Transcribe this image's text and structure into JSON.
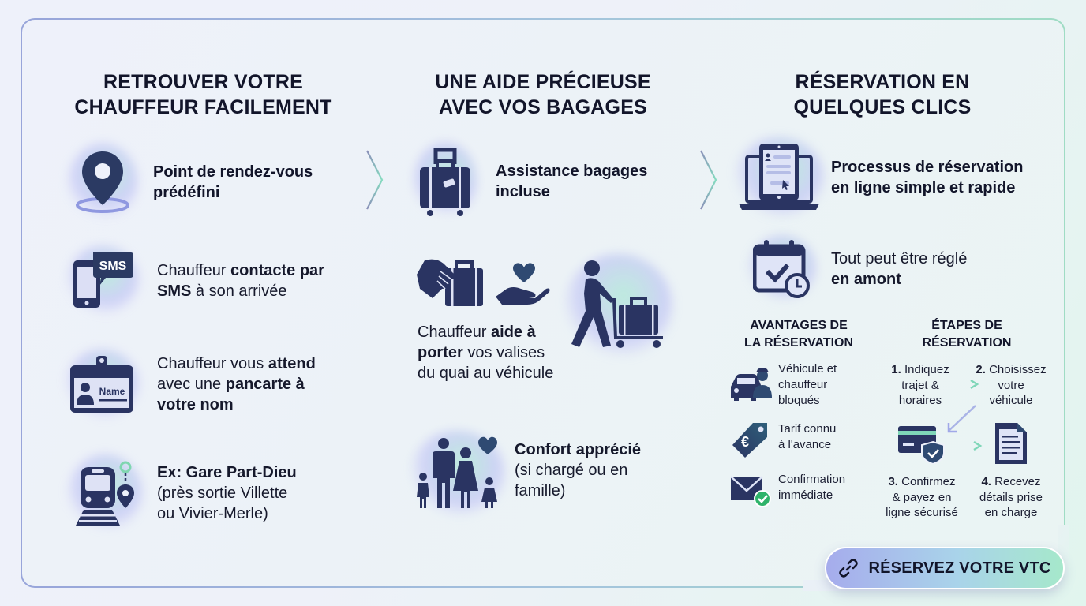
{
  "colors": {
    "icon_dark": "#2a3564",
    "frame_left": "#98a5da",
    "frame_right": "#9fdcc4",
    "check_green": "#2fb36a",
    "cta_gradient_start": "#a6acec",
    "cta_gradient_end": "#a6e8cb"
  },
  "columns": [
    {
      "title_line1": "RETROUVER VOTRE",
      "title_line2": "CHAUFFEUR FACILEMENT",
      "items": [
        {
          "icon": "map-pin-icon",
          "line1": "Point de rendez-vous",
          "line2": "prédéfini"
        },
        {
          "icon": "sms-phone-icon",
          "icon_text": "SMS",
          "pre": "Chauffeur ",
          "bold1": "contacte par",
          "bold2": "SMS",
          "post": " à son arrivée"
        },
        {
          "icon": "name-badge-icon",
          "icon_text": "Name",
          "pre": "Chauffeur vous ",
          "bold1": "attend",
          "mid": "avec une ",
          "bold2": "pancarte à",
          "bold3": "votre nom"
        },
        {
          "icon": "train-station-icon",
          "bold1": "Ex: Gare Part-Dieu",
          "line2": "(près sortie Villette",
          "line3": "ou Vivier-Merle)"
        }
      ]
    },
    {
      "title_line1": "UNE AIDE PRÉCIEUSE",
      "title_line2": "AVEC VOS BAGAGES",
      "items": [
        {
          "icon": "suitcase-icon",
          "line1": "Assistance bagages",
          "line2": "incluse"
        },
        {
          "icons": [
            "hand-suitcase-icon",
            "hand-heart-icon",
            "person-luggage-cart-icon"
          ],
          "pre": "Chauffeur ",
          "bold1": "aide à",
          "bold2": "porter",
          "post": " vos valises",
          "line3": "du quai au véhicule"
        },
        {
          "icon": "family-heart-icon",
          "bold1": "Confort apprécié",
          "line2": "(si chargé ou en",
          "line3": "famille)"
        }
      ]
    },
    {
      "title_line1": "RÉSERVATION EN",
      "title_line2": "QUELQUES CLICS",
      "items": [
        {
          "icon": "laptop-tablet-form-icon",
          "line1": "Processus de réservation",
          "line2": "en ligne simple et rapide"
        },
        {
          "icon": "calendar-check-clock-icon",
          "line1": "Tout peut être réglé",
          "bold2": "en amont"
        }
      ],
      "advantages": {
        "title_line1": "AVANTAGES DE",
        "title_line2": "LA RÉSERVATION",
        "items": [
          {
            "icon": "car-chauffeur-icon",
            "lines": [
              "Véhicule et",
              "chauffeur",
              "bloqués"
            ]
          },
          {
            "icon": "euro-price-tag-icon",
            "lines": [
              "Tarif connu",
              "à l'avance"
            ]
          },
          {
            "icon": "envelope-check-icon",
            "lines": [
              "Confirmation",
              "immédiate"
            ]
          }
        ]
      },
      "steps": {
        "title_line1": "ÉTAPES DE",
        "title_line2": "RÉSERVATION",
        "items": [
          {
            "num": "1.",
            "lines": [
              "Indiquez",
              "trajet &",
              "horaires"
            ]
          },
          {
            "num": "2.",
            "lines": [
              "Choisissez",
              "votre",
              "véhicule"
            ]
          },
          {
            "num": "3.",
            "lines": [
              "Confirmez",
              "& payez en",
              "ligne sécurisé"
            ],
            "icon": "card-shield-icon"
          },
          {
            "num": "4.",
            "lines": [
              "Recevez",
              "détails prise",
              "en charge"
            ],
            "icon": "document-icon"
          }
        ]
      }
    }
  ],
  "cta": {
    "icon": "link-icon",
    "label": "RÉSERVEZ VOTRE VTC"
  }
}
